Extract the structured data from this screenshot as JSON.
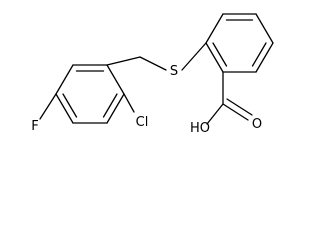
{
  "atoms": {
    "sulfur": "S",
    "fluorine": "F",
    "chlorine": "Cl",
    "hydroxyl": "HO",
    "oxygen": "O"
  },
  "colors": {
    "bond": "#000000",
    "label": "#000000",
    "background": "#ffffff"
  }
}
